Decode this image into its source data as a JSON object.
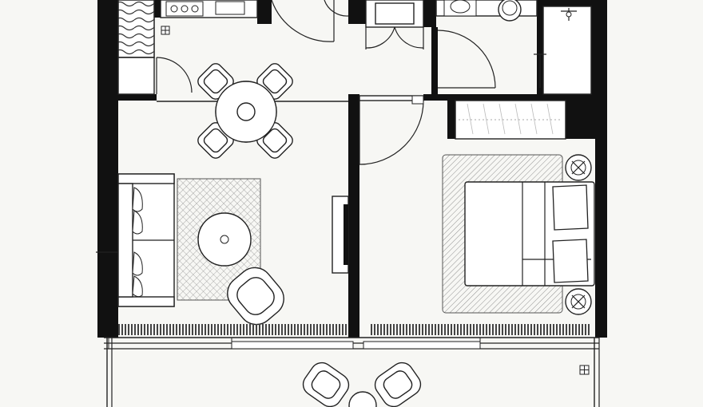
{
  "plan": {
    "rooms": [
      {
        "id": "kitchen-dining"
      },
      {
        "id": "living"
      },
      {
        "id": "bedroom"
      },
      {
        "id": "bathroom"
      },
      {
        "id": "balcony"
      }
    ],
    "colors": {
      "wall": "#111111",
      "background": "#f7f7f4",
      "line": "#222222"
    }
  }
}
